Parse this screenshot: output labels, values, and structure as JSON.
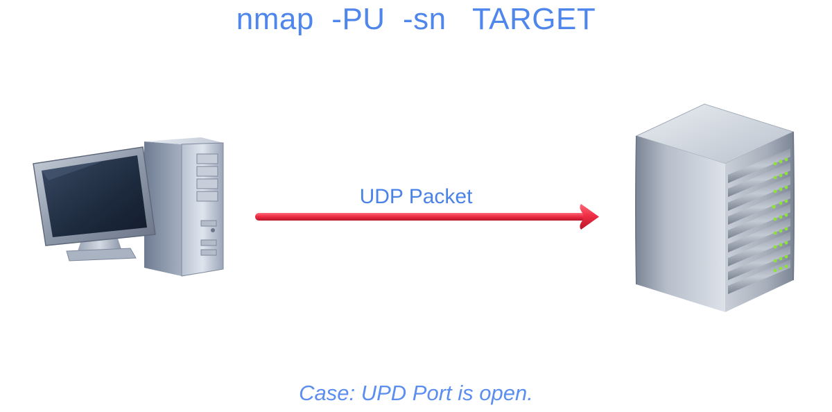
{
  "diagram": {
    "command": "nmap  -PU  -sn   TARGET",
    "arrow_label": "UDP Packet",
    "caption": "Case: UPD Port is open.",
    "colors": {
      "text_blue": "#4f86ec",
      "arrow_red": "#ef2f45",
      "led_green": "#8ee23a"
    },
    "nodes": [
      {
        "icon": "desktop-computer-icon",
        "role": "source"
      },
      {
        "icon": "server-icon",
        "role": "target"
      }
    ]
  }
}
